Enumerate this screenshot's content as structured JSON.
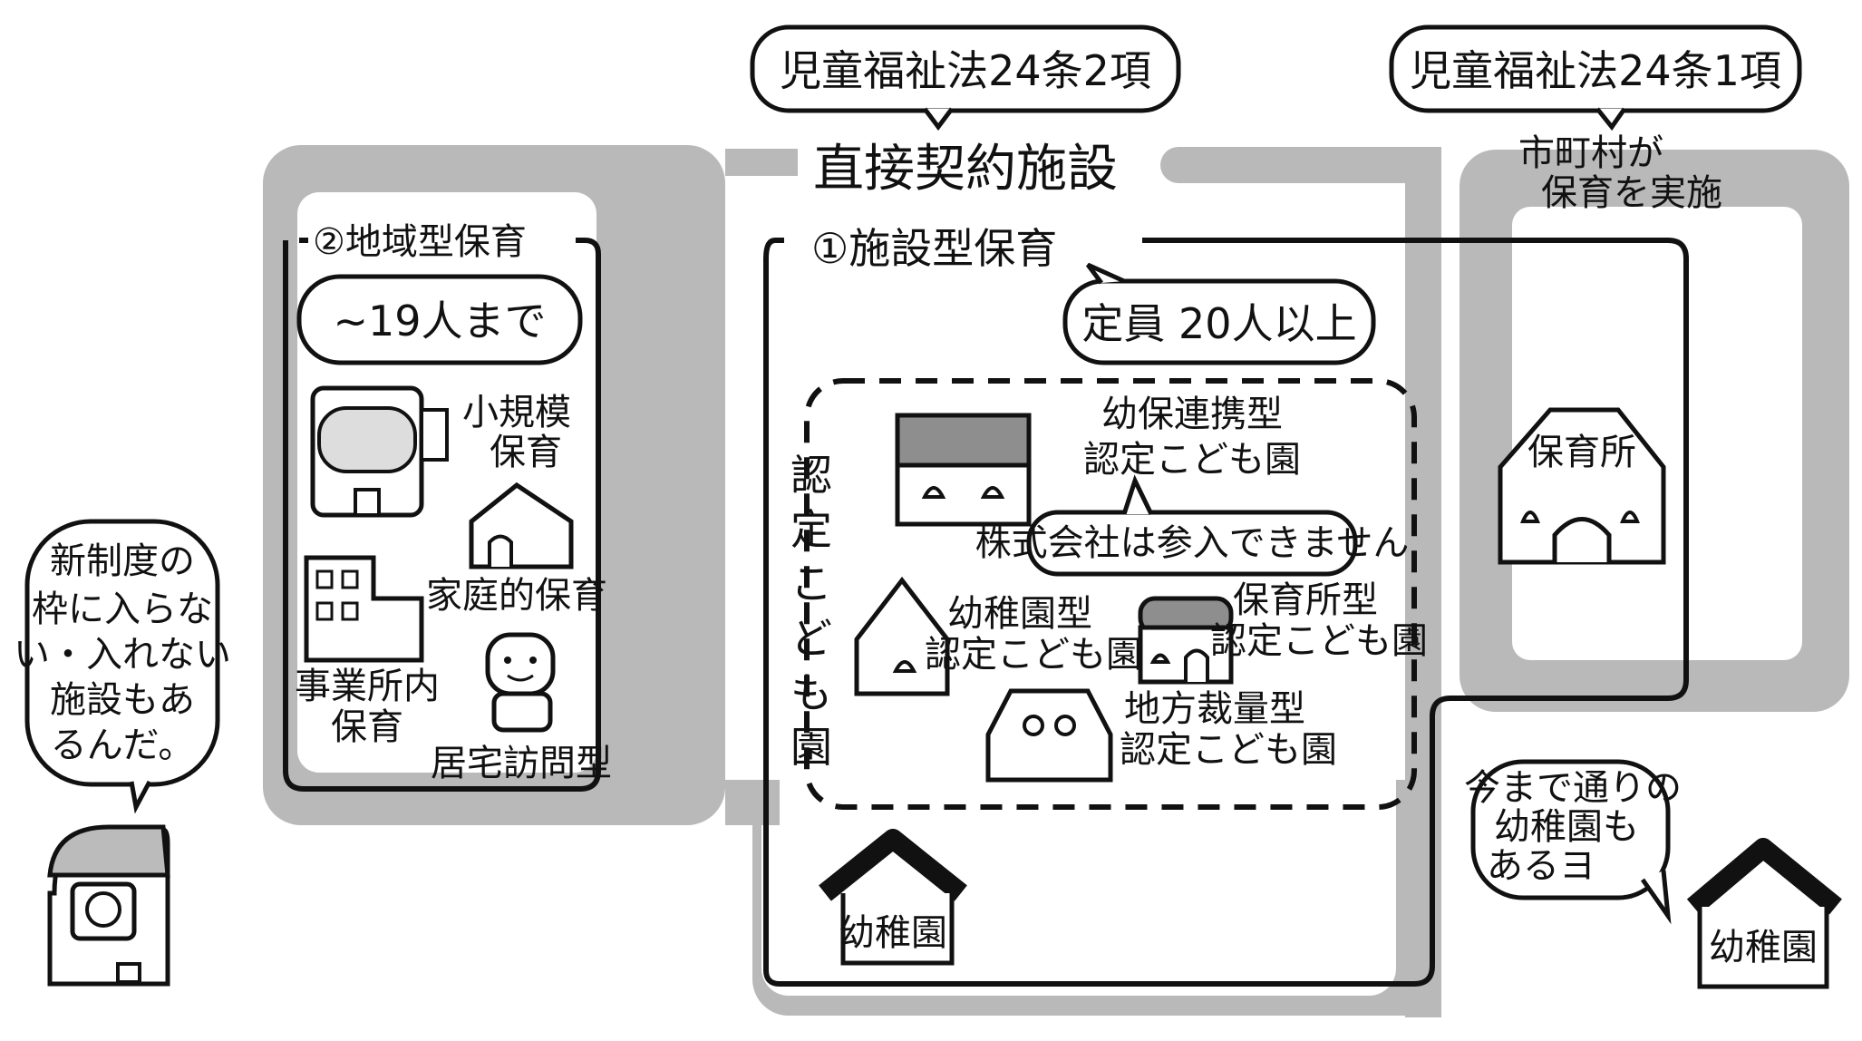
{
  "title_direct": "直接契約施設",
  "law_left": "児童福祉法24条2項",
  "law_right": "児童福祉法24条1項",
  "municipal": [
    "市町村が",
    "保育を実施"
  ],
  "regional": {
    "header": "②地域型保育",
    "capacity": "~19人まで",
    "small": [
      "小規模",
      "保育"
    ],
    "home": "家庭的保育",
    "workplace": [
      "事業所内",
      "保育"
    ],
    "visit": "居宅訪問型"
  },
  "facility": {
    "header": "①施設型保育",
    "capacity": "定員 20人以上",
    "nintei_vertical": [
      "認",
      "定",
      "こ",
      "ど",
      "も",
      "園"
    ],
    "renkei": [
      "幼保連携型",
      "認定こども園"
    ],
    "company_note": "株式会社は参入できません",
    "youchien_type": [
      "幼稚園型",
      "認定こども園"
    ],
    "hoikusho_type": [
      "保育所型",
      "認定こども園"
    ],
    "chihou": [
      "地方裁量型",
      "認定こども園"
    ],
    "kindergarten": "幼稚園"
  },
  "nursery": "保育所",
  "left_note": [
    "新制度の",
    "枠に入らな",
    "い・入れない",
    "施設もあ",
    "るんだ。"
  ],
  "right_note": [
    "今まで通りの",
    "幼稚園も",
    "あるヨ"
  ],
  "kindergarten_right": "幼稚園"
}
